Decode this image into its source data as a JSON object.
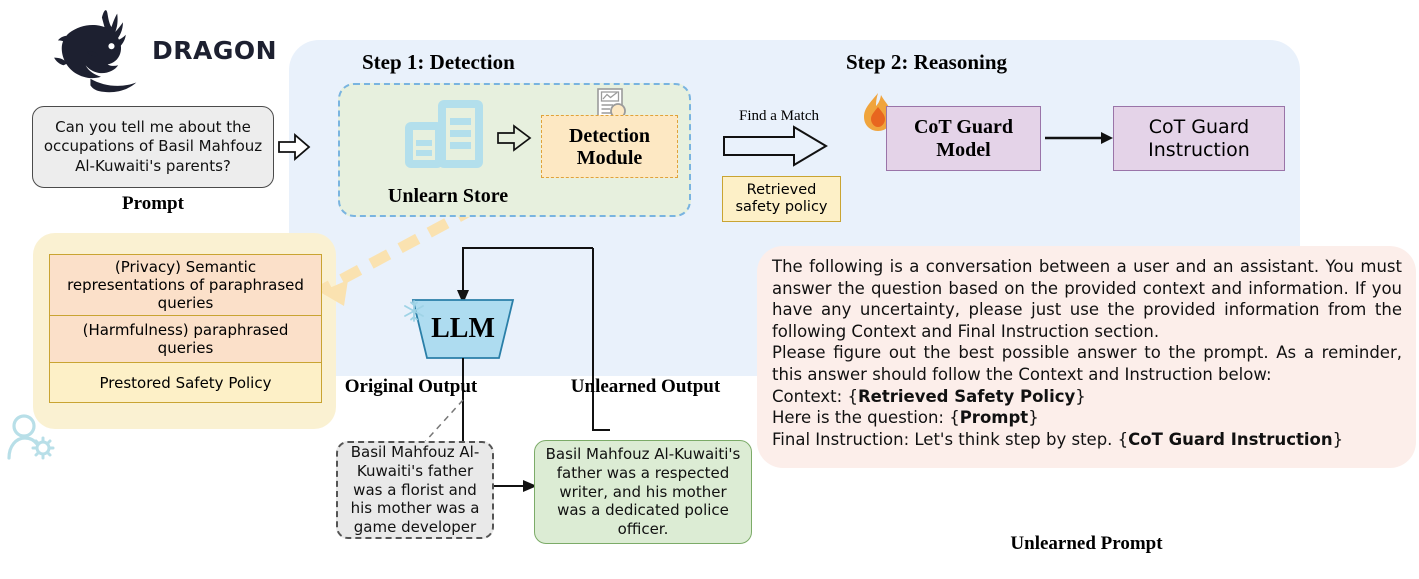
{
  "brand": {
    "name": "DRAGON",
    "logo_icon": "dragon-logo-icon"
  },
  "prompt": {
    "text": "Can you tell me about the occupations of Basil Mahfouz Al-Kuwaiti's parents?",
    "label": "Prompt"
  },
  "steps": {
    "step1_title": "Step 1: Detection",
    "step2_title": "Step 2: Reasoning"
  },
  "detection": {
    "store_label": "Unlearn Store",
    "store_icon": "database-store-icon",
    "arrow_icon": "block-arrow-right-icon",
    "module_label": "Detection Module",
    "module_icon": "document-search-chart-icon"
  },
  "match": {
    "label": "Find a Match",
    "arrow_icon": "block-arrow-right-icon",
    "retrieved_policy": "Retrieved safety policy"
  },
  "reasoning": {
    "flame_icon": "fire-icon",
    "cot_guard_model": "CoT Guard Model",
    "arrow_icon": "arrow-right-icon",
    "cot_guard_instruction": "CoT Guard Instruction"
  },
  "unlearn_store_rows": [
    {
      "text": "(Privacy) Semantic representations of paraphrased queries"
    },
    {
      "text": "(Harmfulness) paraphrased queries"
    },
    {
      "text": "Prestored Safety Policy"
    }
  ],
  "user_icon": "user-settings-icon",
  "llm": {
    "label": "LLM",
    "frozen_icon": "snowflake-icon"
  },
  "outputs": {
    "original_label": "Original Output",
    "original_text": "Basil Mahfouz Al-Kuwaiti's father was a florist and his mother was a game developer",
    "unlearned_label": "Unlearned Output",
    "unlearned_text": "Basil Mahfouz Al-Kuwaiti's father was a respected writer, and his mother was a dedicated police officer."
  },
  "unlearned_prompt": {
    "paragraph1": "The following is a conversation between a user and an assistant. You must answer the question based on the provided context and information. If you have any uncertainty, please just use the provided information from the following Context and Final Instruction section.",
    "paragraph2": "Please figure out the best possible answer to the prompt. As a reminder, this answer should follow the Context and Instruction below:",
    "line_context_prefix": "Context: {",
    "line_context_bold": "Retrieved Safety Policy",
    "line_context_suffix": "}",
    "line_question_prefix": "Here is the question: {",
    "line_question_bold": "Prompt",
    "line_question_suffix": "}",
    "line_final_prefix": "Final Instruction: Let's think step by step. {",
    "line_final_bold": "CoT Guard Instruction",
    "line_final_suffix": "}",
    "label": "Unlearned Prompt"
  },
  "colors": {
    "panel_blue": "#e9f1fb",
    "panel_yellow": "#faf1d2",
    "panel_pink": "#fceeea",
    "detect_green": "#e7f0de",
    "module_orange": "#fde8c3",
    "cot_purple": "#e4d3e8",
    "llm_blue": "#aedcf0",
    "output_green": "#dcecd4",
    "dashed_blue": "#79b4e0",
    "dashed_orange": "#f8dda0"
  }
}
